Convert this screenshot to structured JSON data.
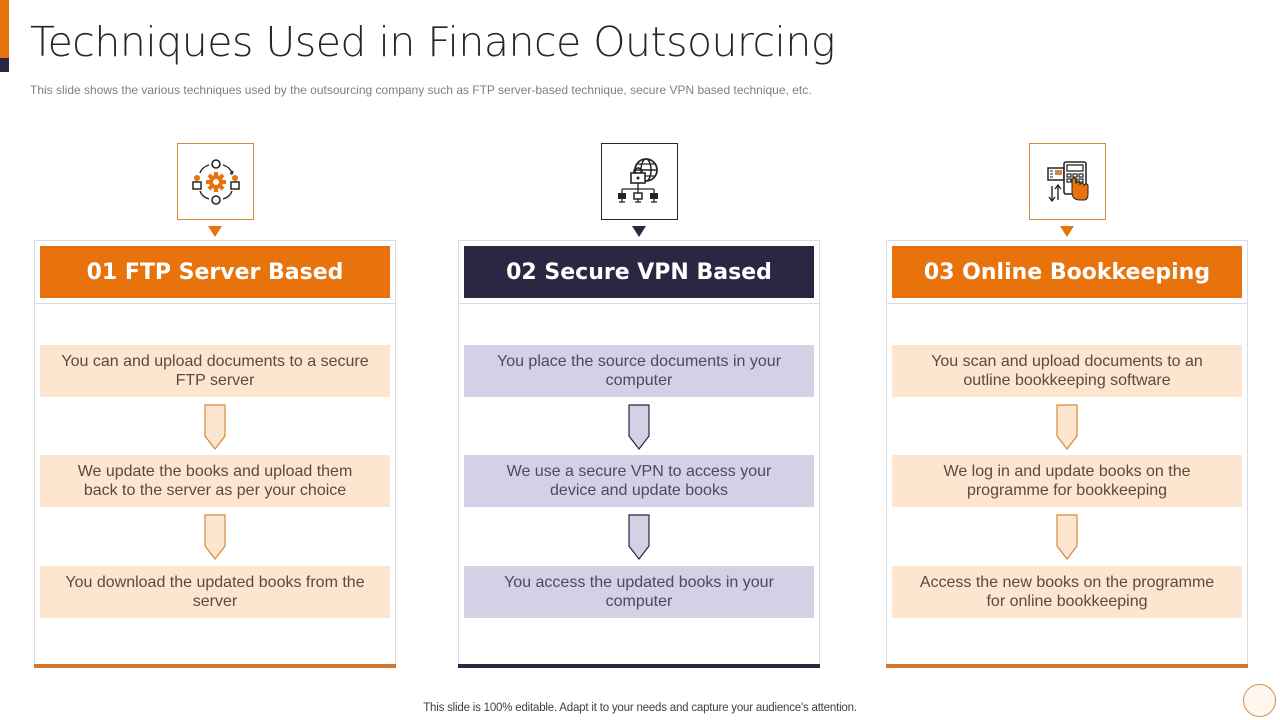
{
  "slide": {
    "title": "Techniques Used in Finance Outsourcing",
    "subtitle": "This slide shows the various  techniques used by the outsourcing company such as FTP server-based  technique, secure VPN based technique, etc.",
    "footer": "This slide is 100% editable. Adapt it to your needs and capture your audience's attention."
  },
  "colors": {
    "orange": "#e8720c",
    "navy": "#2b2641",
    "peach_fill": "#fde5d0",
    "lavender_fill": "#d3d1e5"
  },
  "columns": [
    {
      "icon": "teamwork-gear-cycle-icon",
      "heading": "01 FTP Server Based",
      "theme": "orange",
      "steps": [
        "You can and upload documents to a secure FTP server",
        "We update the books and upload them back to the server as per your choice",
        "You download the updated books from the server"
      ]
    },
    {
      "icon": "globe-network-lock-icon",
      "heading": "02 Secure VPN Based",
      "theme": "navy",
      "steps": [
        "You place the source documents in your computer",
        "We use a secure VPN to access your device and update books",
        "You access the updated books in your computer"
      ]
    },
    {
      "icon": "calculator-hand-transfer-icon",
      "heading": "03 Online Bookkeeping",
      "theme": "orange",
      "steps": [
        "You scan and upload documents to an outline bookkeeping software",
        "We log in and update books on the programme for bookkeeping",
        "Access the new books on the programme for online bookkeeping"
      ]
    }
  ]
}
